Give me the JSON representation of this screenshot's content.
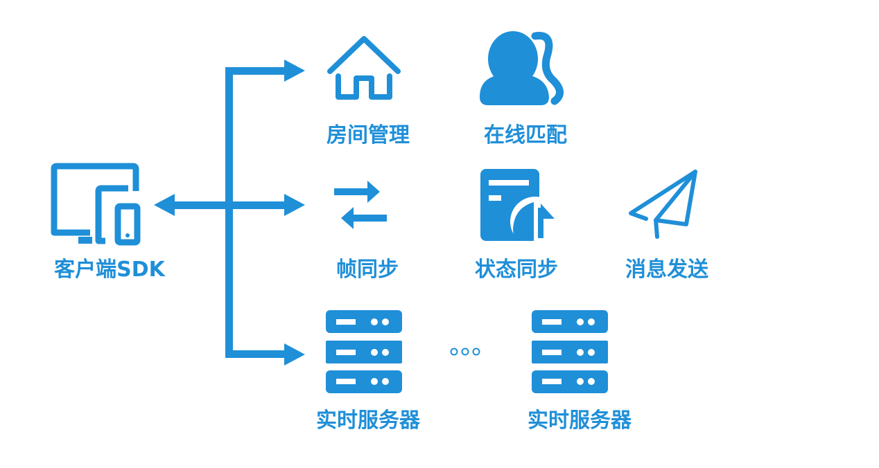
{
  "theme": {
    "accent": "#1f8fd8",
    "background": "#ffffff"
  },
  "client": {
    "label": "客户端SDK",
    "icon": "devices-icon"
  },
  "features": [
    {
      "label": "房间管理",
      "icon": "house-icon"
    },
    {
      "label": "在线匹配",
      "icon": "users-icon"
    },
    {
      "label": "帧同步",
      "icon": "swap-arrows-icon"
    },
    {
      "label": "状态同步",
      "icon": "state-sync-icon"
    },
    {
      "label": "消息发送",
      "icon": "paper-plane-icon"
    }
  ],
  "servers": [
    {
      "label": "实时服务器",
      "icon": "server-icon"
    },
    {
      "label": "实时服务器",
      "icon": "server-icon"
    }
  ],
  "ellipsis": "○○○"
}
